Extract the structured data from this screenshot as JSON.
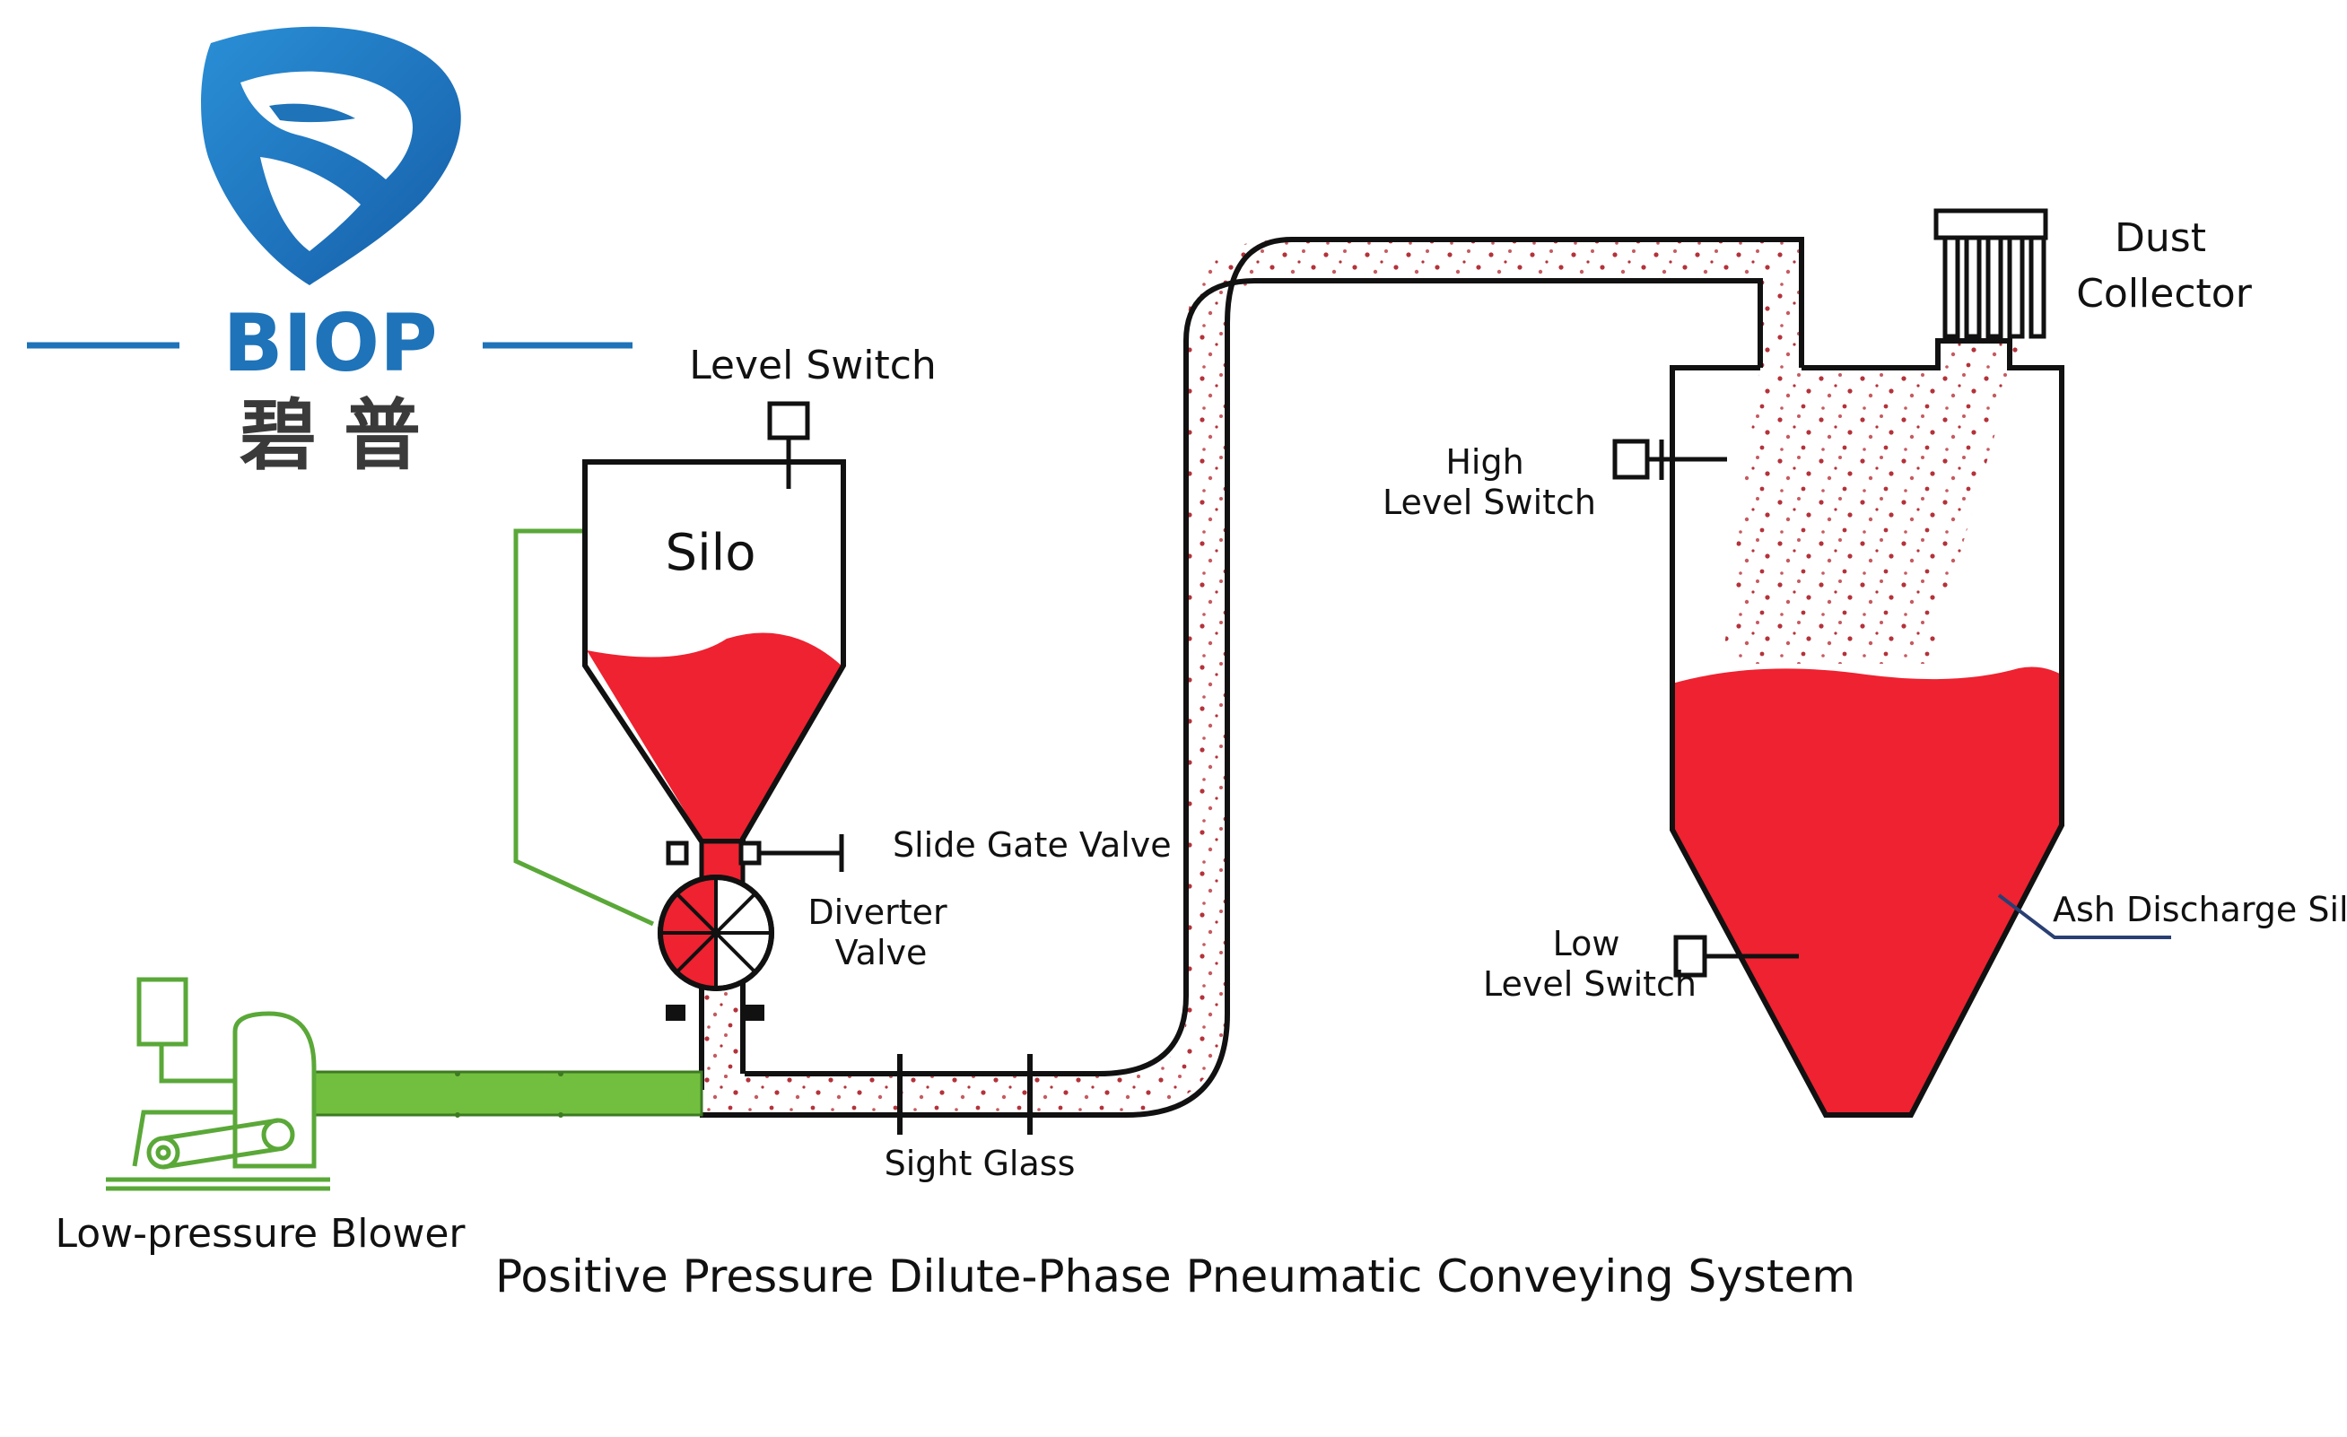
{
  "brand": {
    "name": "BIOP",
    "name_cn": "碧 普",
    "color_blue": "#1e73b9",
    "color_text": "#3a3a3a"
  },
  "colors": {
    "material": "#ee2230",
    "air_line": "#72bf3f",
    "outline": "#111111",
    "particle": "#b4323a",
    "accent_line": "#2a3f73"
  },
  "labels": {
    "level_switch": "Level Switch",
    "silo": "Silo",
    "slide_gate_valve": "Slide Gate Valve",
    "diverter_valve_1": "Diverter",
    "diverter_valve_2": "Valve",
    "sight_glass": "Sight Glass",
    "low_pressure_blower": "Low-pressure Blower",
    "dust_collector_1": "Dust",
    "dust_collector_2": "Collector",
    "high_level_switch_1": "High",
    "high_level_switch_2": "Level Switch",
    "low_level_switch_1": "Low",
    "low_level_switch_2": "Level Switch",
    "ash_discharge_silo": "Ash Discharge Silo"
  },
  "caption": "Positive Pressure Dilute-Phase Pneumatic Conveying System"
}
